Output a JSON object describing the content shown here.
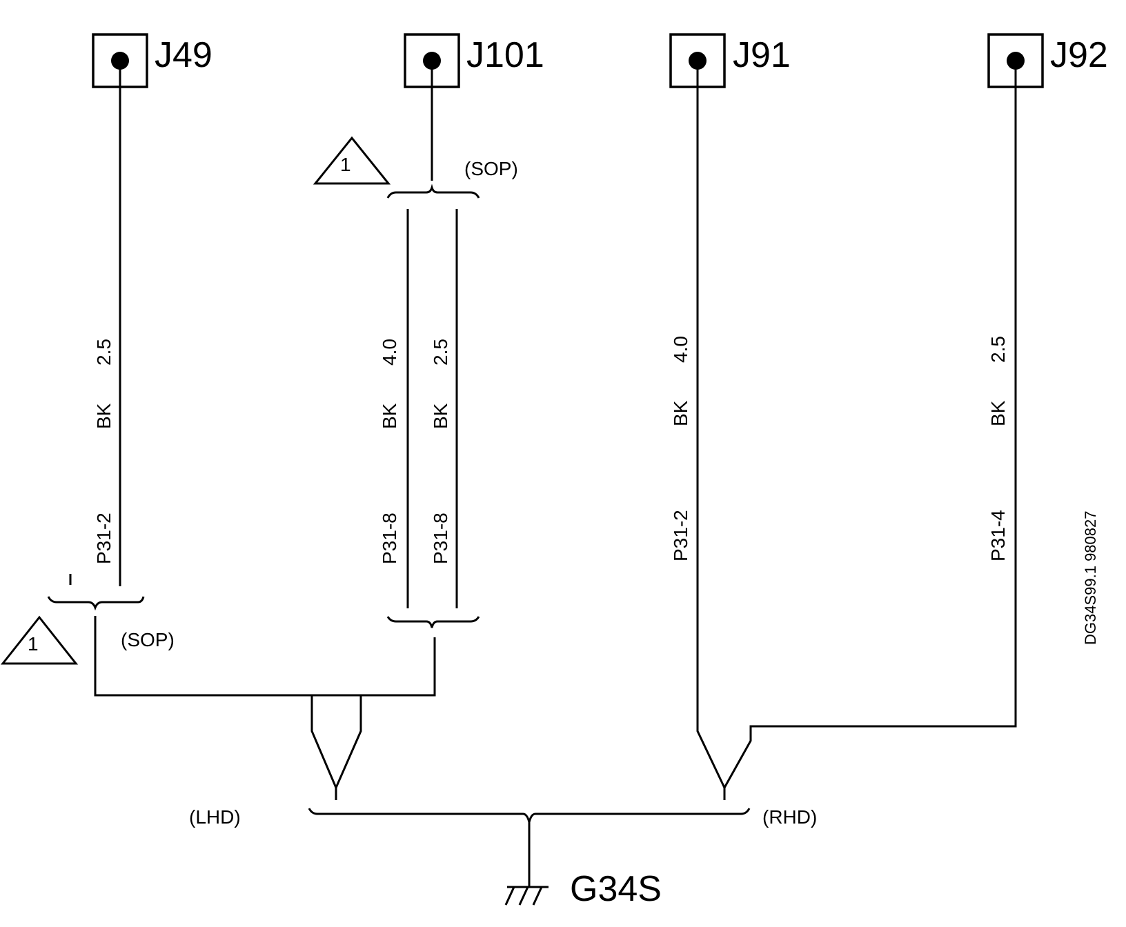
{
  "connectors": {
    "j49": "J49",
    "j101": "J101",
    "j91": "J91",
    "j92": "J92"
  },
  "ground": {
    "label": "G34S"
  },
  "notes": {
    "sop": "(SOP)",
    "lhd": "(LHD)",
    "rhd": "(RHD)",
    "note_number": "1"
  },
  "wires": {
    "j49": {
      "pin": "P31-2",
      "color": "BK",
      "gauge": "2.5"
    },
    "j101_a": {
      "pin": "P31-8",
      "color": "BK",
      "gauge": "4.0"
    },
    "j101_b": {
      "pin": "P31-8",
      "color": "BK",
      "gauge": "2.5"
    },
    "j91": {
      "pin": "P31-2",
      "color": "BK",
      "gauge": "4.0"
    },
    "j92": {
      "pin": "P31-4",
      "color": "BK",
      "gauge": "2.5"
    }
  },
  "drawing_id": "DG34S99.1 980827"
}
